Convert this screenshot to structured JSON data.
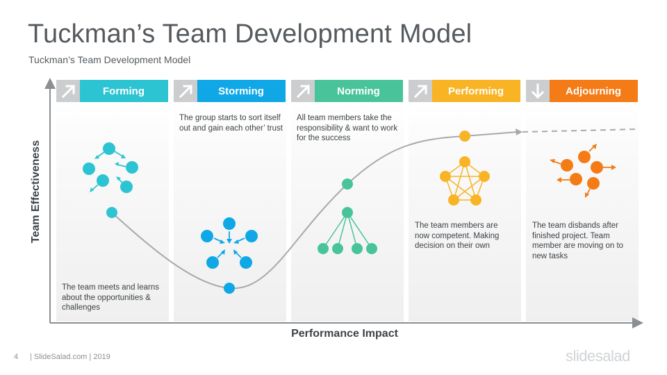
{
  "title": "Tuckman’s Team Development Model",
  "subtitle": "Tuckman’s Team Development Model",
  "axes": {
    "y_label": "Team Effectiveness",
    "x_label": "Performance Impact"
  },
  "stages": [
    {
      "name": "Forming",
      "color": "#2cc4d2",
      "icon": "arrow-up-right-icon",
      "description": "The team meets and learns about the opportunities & challenges"
    },
    {
      "name": "Storming",
      "color": "#0fa7e6",
      "icon": "arrow-up-right-icon",
      "description": "The group starts to sort itself out and gain each other’ trust"
    },
    {
      "name": "Norming",
      "color": "#49c49a",
      "icon": "arrow-up-right-icon",
      "description": "All team members take the responsibility & want to work for the success"
    },
    {
      "name": "Performing",
      "color": "#f8b425",
      "icon": "arrow-up-right-icon",
      "description": "The team members are now competent. Making decision on their own"
    },
    {
      "name": "Adjourning",
      "color": "#f47b16",
      "icon": "arrow-down-icon",
      "description": "The team disbands after finished project. Team member are moving on to new tasks"
    }
  ],
  "footer": {
    "page_number": "4",
    "text": "| SlideSalad.com | 2019",
    "logo": "slidesalad"
  }
}
